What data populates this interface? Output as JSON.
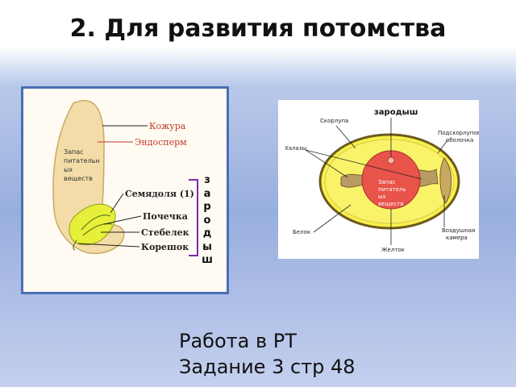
{
  "title": "2. Для развития потомства",
  "seed": {
    "labels": {
      "kozhura": "Кожура",
      "endosperm": "Эндосперм",
      "semyadolya": "Семядоля (1)",
      "pochechka": "Почечка",
      "stebelek": "Стебелек",
      "koreshok": "Корешок"
    },
    "reserve_lines": [
      "Запас",
      "питательн",
      "ых",
      "веществ"
    ],
    "embryo_vertical": [
      "з",
      "а",
      "р",
      "о",
      "д",
      "ы",
      "ш"
    ]
  },
  "egg": {
    "labels": {
      "embryo": "зародыш",
      "shell": "Скорлупа",
      "membrane_line1": "Подскорлуповая",
      "membrane_line2": "оболочка",
      "chalazae": "Халазы",
      "white": "Белок",
      "air_line1": "Воздушная",
      "air_line2": "камера",
      "yolk": "Желток"
    },
    "reserve_lines": [
      "Запас",
      "питатель",
      "ых",
      "веществ"
    ]
  },
  "footer": {
    "line1": "Работа в РТ",
    "line2": "Задание 3 стр 48"
  },
  "colors": {
    "seed_coat": "#f3dca8",
    "embryo": "#e8ef3a",
    "label_red": "#c0392b",
    "egg_white": "#f7f04a",
    "yolk": "#e8534a",
    "bracket": "#7a2ab0",
    "frame": "#4a6fb3"
  }
}
